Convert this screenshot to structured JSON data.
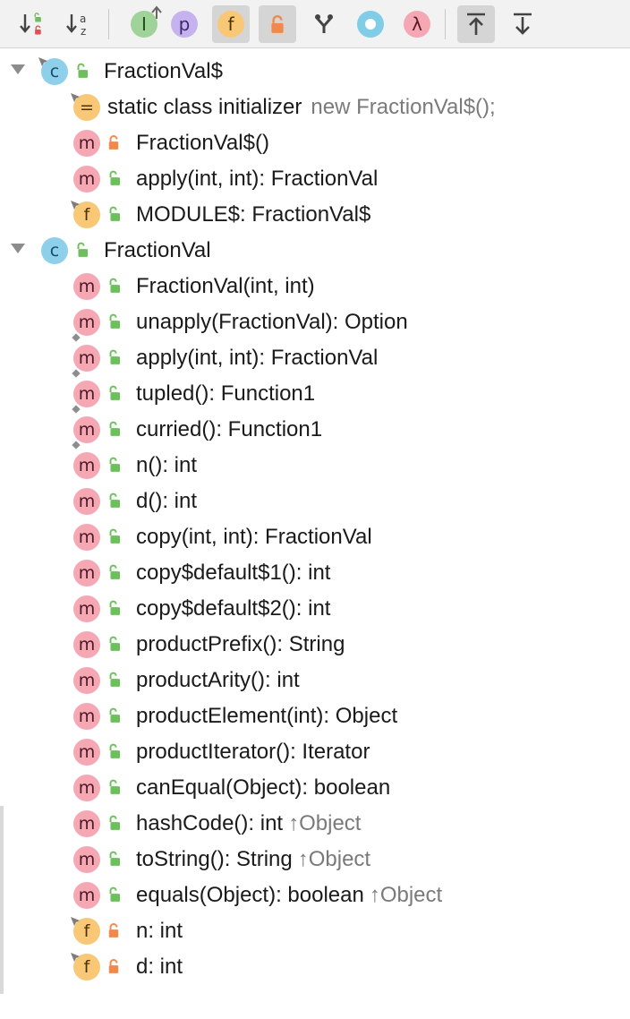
{
  "toolbar": {
    "buttons": [
      {
        "name": "sort-by-visibility",
        "icon": "sort-visibility-icon",
        "active": false
      },
      {
        "name": "sort-alphabetically",
        "icon": "sort-alpha-icon",
        "active": false
      },
      {
        "name": "show-inherited",
        "icon": "interface-inherited-icon",
        "glyph": "I",
        "active": false
      },
      {
        "name": "show-properties",
        "icon": "property-icon",
        "glyph": "p",
        "active": false
      },
      {
        "name": "show-fields",
        "icon": "field-icon",
        "glyph": "f",
        "active": true
      },
      {
        "name": "show-non-public",
        "icon": "lock-icon",
        "active": true
      },
      {
        "name": "group-by",
        "icon": "merge-icon",
        "active": false
      },
      {
        "name": "show-anonymous",
        "icon": "anonymous-icon",
        "active": false
      },
      {
        "name": "show-lambdas",
        "icon": "lambda-icon",
        "glyph": "λ",
        "active": false
      },
      {
        "name": "autoscroll-to-source",
        "icon": "autoscroll-to-source-icon",
        "active": true
      },
      {
        "name": "autoscroll-from-source",
        "icon": "autoscroll-from-source-icon",
        "active": false
      }
    ]
  },
  "colors": {
    "class_icon": "#8ed0ea",
    "method_icon": "#f6a7b4",
    "field_icon": "#f8c876",
    "public_lock": "#6cbf5a",
    "private_lock": "#f08a4b",
    "inherited_text": "#7a7a7a"
  },
  "tree": [
    {
      "level": 0,
      "kind": "class",
      "glyph": "c",
      "expanded": true,
      "static": true,
      "visibility": "public",
      "text": "FractionVal$"
    },
    {
      "level": 1,
      "kind": "initializer",
      "glyph": "=",
      "static": true,
      "text": "static class initializer",
      "extra": "new FractionVal$();"
    },
    {
      "level": 1,
      "kind": "method",
      "glyph": "m",
      "visibility": "private",
      "text": "FractionVal$()"
    },
    {
      "level": 1,
      "kind": "method",
      "glyph": "m",
      "visibility": "public",
      "text": "apply(int, int): FractionVal"
    },
    {
      "level": 1,
      "kind": "field",
      "glyph": "f",
      "static": true,
      "visibility": "public",
      "text": "MODULE$: FractionVal$"
    },
    {
      "level": 0,
      "kind": "class",
      "glyph": "c",
      "expanded": true,
      "visibility": "public",
      "text": "FractionVal"
    },
    {
      "level": 1,
      "kind": "method",
      "glyph": "m",
      "visibility": "public",
      "text": "FractionVal(int, int)"
    },
    {
      "level": 1,
      "kind": "method",
      "glyph": "m",
      "implementing": true,
      "visibility": "public",
      "text": "unapply(FractionVal): Option"
    },
    {
      "level": 1,
      "kind": "method",
      "glyph": "m",
      "implementing": true,
      "visibility": "public",
      "text": "apply(int, int): FractionVal"
    },
    {
      "level": 1,
      "kind": "method",
      "glyph": "m",
      "implementing": true,
      "visibility": "public",
      "text": "tupled(): Function1"
    },
    {
      "level": 1,
      "kind": "method",
      "glyph": "m",
      "implementing": true,
      "visibility": "public",
      "text": "curried(): Function1"
    },
    {
      "level": 1,
      "kind": "method",
      "glyph": "m",
      "visibility": "public",
      "text": "n(): int"
    },
    {
      "level": 1,
      "kind": "method",
      "glyph": "m",
      "visibility": "public",
      "text": "d(): int"
    },
    {
      "level": 1,
      "kind": "method",
      "glyph": "m",
      "visibility": "public",
      "text": "copy(int, int): FractionVal"
    },
    {
      "level": 1,
      "kind": "method",
      "glyph": "m",
      "visibility": "public",
      "text": "copy$default$1(): int"
    },
    {
      "level": 1,
      "kind": "method",
      "glyph": "m",
      "visibility": "public",
      "text": "copy$default$2(): int"
    },
    {
      "level": 1,
      "kind": "method",
      "glyph": "m",
      "visibility": "public",
      "text": "productPrefix(): String"
    },
    {
      "level": 1,
      "kind": "method",
      "glyph": "m",
      "visibility": "public",
      "text": "productArity(): int"
    },
    {
      "level": 1,
      "kind": "method",
      "glyph": "m",
      "visibility": "public",
      "text": "productElement(int): Object"
    },
    {
      "level": 1,
      "kind": "method",
      "glyph": "m",
      "visibility": "public",
      "text": "productIterator(): Iterator"
    },
    {
      "level": 1,
      "kind": "method",
      "glyph": "m",
      "visibility": "public",
      "text": "canEqual(Object): boolean"
    },
    {
      "level": 1,
      "kind": "method",
      "glyph": "m",
      "visibility": "public",
      "text": "hashCode(): int",
      "inherited": "↑Object"
    },
    {
      "level": 1,
      "kind": "method",
      "glyph": "m",
      "visibility": "public",
      "text": "toString(): String",
      "inherited": "↑Object"
    },
    {
      "level": 1,
      "kind": "method",
      "glyph": "m",
      "visibility": "public",
      "text": "equals(Object): boolean",
      "inherited": "↑Object"
    },
    {
      "level": 1,
      "kind": "field",
      "glyph": "f",
      "static": true,
      "visibility": "private",
      "text": "n: int"
    },
    {
      "level": 1,
      "kind": "field",
      "glyph": "f",
      "static": true,
      "visibility": "private",
      "text": "d: int"
    }
  ]
}
